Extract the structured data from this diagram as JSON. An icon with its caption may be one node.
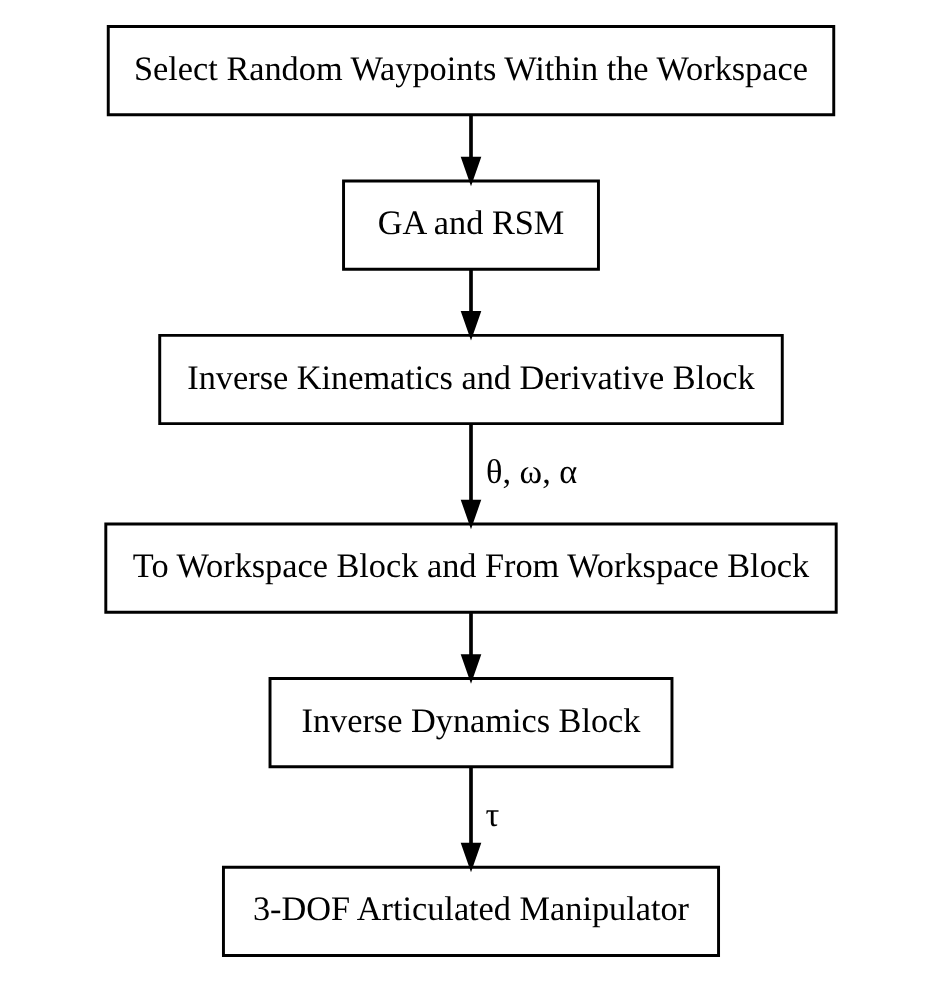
{
  "diagram": {
    "nodes": [
      {
        "text": [
          "Select Random Waypoints Within the Workspace"
        ]
      },
      {
        "text": [
          "GA and RSM"
        ]
      },
      {
        "text": [
          "Inverse Kinematics and Derivative Block"
        ]
      },
      {
        "text": [
          "To Workspace Block and From Workspace Block"
        ]
      },
      {
        "text": [
          "Inverse Dynamics Block"
        ]
      },
      {
        "text": [
          "3-DOF Articulated Manipulator"
        ]
      }
    ],
    "edges": [
      {
        "from": 0,
        "to": 1,
        "arrow": "to"
      },
      {
        "from": 1,
        "to": 2,
        "arrow": "to"
      },
      {
        "from": 2,
        "to": 3,
        "arrow": "to",
        "label": "θ, ω, α"
      },
      {
        "from": 3,
        "to": 4,
        "arrow": "to"
      },
      {
        "from": 4,
        "to": 5,
        "arrow": "to",
        "label": "τ"
      }
    ]
  }
}
